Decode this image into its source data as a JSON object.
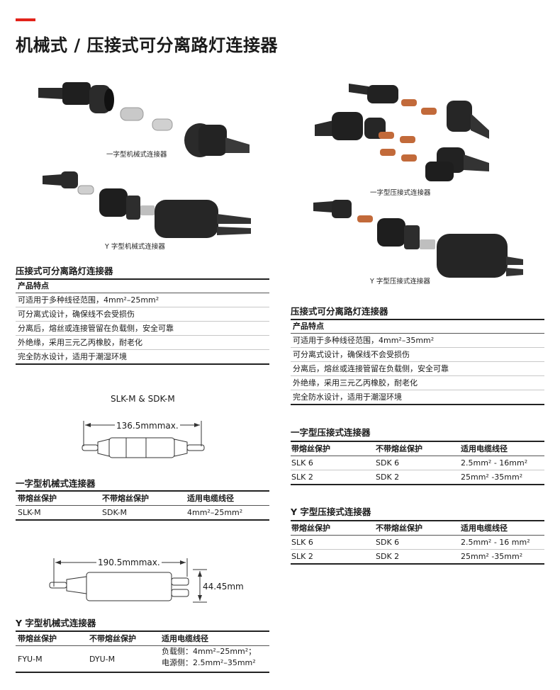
{
  "title": "机械式 / 压接式可分离路灯连接器",
  "captions": {
    "mech_straight": "一字型机械式连接器",
    "mech_y": "Y 字型机械式连接器",
    "crimp_straight": "一字型压接式连接器",
    "crimp_y": "Y 字型压接式连接器"
  },
  "left_features": {
    "title": "压接式可分离路灯连接器",
    "header": "产品特点",
    "rows": [
      "可适用于多种线径范围，4mm²–25mm²",
      "可分离式设计，确保线不会受损伤",
      "分离后，熔丝或连接管留在负载侧，安全可靠",
      "外绝缘，采用三元乙丙橡胶，耐老化",
      "完全防水设计，适用于潮湿环境"
    ]
  },
  "right_features": {
    "title": "压接式可分离路灯连接器",
    "header": "产品特点",
    "rows": [
      "可适用于多种线径范围，4mm²–35mm²",
      "可分离式设计，确保线不会受损伤",
      "分离后，熔丝或连接管留在负载侧，安全可靠",
      "外绝缘，采用三元乙丙橡胶，耐老化",
      "完全防水设计，适用于潮湿环境"
    ]
  },
  "drawing1": {
    "label": "SLK-M & SDK-M",
    "dim": "136.5mmmax."
  },
  "drawing2": {
    "dim": "190.5mmmax.",
    "height": "44.45mm"
  },
  "tables": {
    "mech_straight": {
      "title": "一字型机械式连接器",
      "headers": [
        "带熔丝保护",
        "不带熔丝保护",
        "适用电缆线径"
      ],
      "rows": [
        [
          "SLK-M",
          "SDK-M",
          "4mm²–25mm²"
        ]
      ]
    },
    "mech_y": {
      "title": "Y 字型机械式连接器",
      "headers": [
        "带熔丝保护",
        "不带熔丝保护",
        "适用电缆线径"
      ],
      "rows": [
        [
          "FYU-M",
          "DYU-M",
          "负载侧：4mm²–25mm²；",
          "电源侧：2.5mm²–35mm²"
        ]
      ]
    },
    "crimp_straight": {
      "title": "一字型压接式连接器",
      "headers": [
        "带熔丝保护",
        "不带熔丝保护",
        "适用电缆线径"
      ],
      "rows": [
        [
          "SLK 6",
          "SDK 6",
          "2.5mm² - 16mm²"
        ],
        [
          "SLK 2",
          "SDK 2",
          "25mm² -35mm²"
        ]
      ]
    },
    "crimp_y": {
      "title": "Y 字型压接式连接器",
      "headers": [
        "带熔丝保护",
        "不带熔丝保护",
        "适用电缆线径"
      ],
      "rows": [
        [
          "SLK 6",
          "SDK 6",
          "2.5mm² - 16 mm²"
        ],
        [
          "SLK 2",
          "SDK 2",
          "25mm² -35mm²"
        ]
      ]
    }
  }
}
